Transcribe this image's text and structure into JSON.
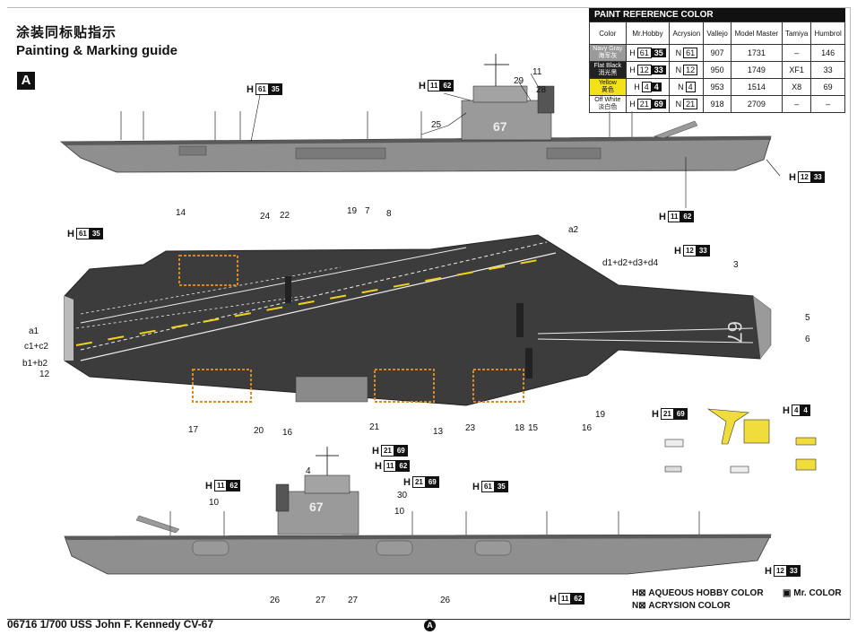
{
  "header": {
    "title_cn": "涂装同标贴指示",
    "title_en": "Painting & Marking guide",
    "section": "A"
  },
  "paint_table": {
    "caption": "PAINT  REFERENCE COLOR",
    "columns": [
      "Color",
      "Mr.Hobby",
      "Acrysion",
      "Vallejo",
      "Model Master",
      "Tamiya",
      "Humbrol"
    ],
    "rows": [
      {
        "color": "Navy Gray",
        "color_cn": "海军灰",
        "swatch": "#9a9a9a",
        "txt": "#fff",
        "h": "61",
        "hn": "35",
        "n": "61",
        "vallejo": "907",
        "mm": "1731",
        "tamiya": "–",
        "humbrol": "146"
      },
      {
        "color": "Flat Black",
        "color_cn": "消光黑",
        "swatch": "#222222",
        "txt": "#fff",
        "h": "12",
        "hn": "33",
        "n": "12",
        "vallejo": "950",
        "mm": "1749",
        "tamiya": "XF1",
        "humbrol": "33"
      },
      {
        "color": "Yellow",
        "color_cn": "黄色",
        "swatch": "#f2e21a",
        "txt": "#111",
        "h": "4",
        "hn": "4",
        "n": "4",
        "vallejo": "953",
        "mm": "1514",
        "tamiya": "X8",
        "humbrol": "69"
      },
      {
        "color": "Off White",
        "color_cn": "淡白色",
        "swatch": "#ffffff",
        "txt": "#111",
        "h": "21",
        "hn": "69",
        "n": "21",
        "vallejo": "918",
        "mm": "2709",
        "tamiya": "–",
        "humbrol": "–"
      }
    ]
  },
  "callouts": {
    "h61_top": {
      "h": "H",
      "box": "61",
      "num": "35"
    },
    "h11_top": {
      "h": "H",
      "box": "11",
      "num": "62"
    },
    "h12_side": {
      "h": "H",
      "box": "12",
      "num": "33"
    },
    "h11_side": {
      "h": "H",
      "box": "11",
      "num": "62"
    },
    "h61_deck": {
      "h": "H",
      "box": "61",
      "num": "35"
    },
    "h12_deck": {
      "h": "H",
      "box": "12",
      "num": "33"
    },
    "h21_veh": {
      "h": "H",
      "box": "21",
      "num": "69"
    },
    "h4_veh": {
      "h": "H",
      "box": "4",
      "num": "4"
    },
    "h21_isl": {
      "h": "H",
      "box": "21",
      "num": "69"
    },
    "h11_isl": {
      "h": "H",
      "box": "11",
      "num": "62"
    },
    "h11_bot": {
      "h": "H",
      "box": "11",
      "num": "62"
    },
    "h21_isl2": {
      "h": "H",
      "box": "21",
      "num": "69"
    },
    "h61_bot": {
      "h": "H",
      "box": "61",
      "num": "35"
    },
    "h12_bot": {
      "h": "H",
      "box": "12",
      "num": "33"
    },
    "h11_bot2": {
      "h": "H",
      "box": "11",
      "num": "62"
    }
  },
  "parts": {
    "p11": "11",
    "p29": "29",
    "p28": "28",
    "p25": "25",
    "p14": "14",
    "p24": "24",
    "p22": "22",
    "p19": "19",
    "p7": "7",
    "p8": "8",
    "pa2": "a2",
    "pd": "d1+d2+d3+d4",
    "p3": "3",
    "pa1": "a1",
    "pc": "c1+c2",
    "pb": "b1+b2",
    "p12": "12",
    "p5": "5",
    "p6": "6",
    "p17": "17",
    "p20": "20",
    "p16": "16",
    "p21": "21",
    "p13": "13",
    "p23": "23",
    "p18": "18",
    "p15": "15",
    "p16b": "16",
    "p19b": "19",
    "p4": "4",
    "p30": "30",
    "p10a": "10",
    "p10b": "10",
    "p26a": "26",
    "p27a": "27",
    "p27b": "27",
    "p26b": "26",
    "hull_no": "67"
  },
  "legend": {
    "h_text": "AQUEOUS HOBBY COLOR",
    "n_text": "ACRYSION COLOR",
    "mr_text": "Mr. COLOR"
  },
  "footer": {
    "title": "06716 1/700 USS John F. Kennedy CV-67",
    "mark": "A"
  }
}
